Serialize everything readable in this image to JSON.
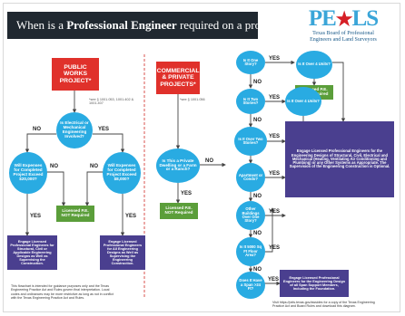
{
  "title_prefix": "When is a ",
  "title_bold": "Professional Engineer",
  "title_suffix": " required on a project?",
  "logo": {
    "mark_left": "PE",
    "mark_right": "LS",
    "subtitle_line1": "Texas Board of Professional",
    "subtitle_line2": "Engineers and Land Surveyors"
  },
  "public": {
    "start": "PUBLIC WORKS PROJECT*",
    "note": "*see § 1001.053, 1001.402 & 1001.407",
    "q_elec": "Is Electrical or Mechanical Engineering Involved?",
    "q_expense_left": "Will Expenses for Completed Project Exceed $20,000?",
    "q_expense_right": "Will Expenses for Completed Project Exceed $8,000?",
    "not_required": "Licensed P.E. NOT Required",
    "engage_left": "Engage Licensed Professional Engineers for Structural, Civil or Applicable Engineering Designs as Well as Supervising the Construction.",
    "engage_right": "Engage Licensed Professional Engineers for All Engineering Designs as Well as Supervising the Engineering Construction."
  },
  "commercial": {
    "start": "COMMERCIAL & PRIVATE PROJECTS*",
    "note": "*see § 1001.056",
    "q_private": "Is This a Private Dwelling or a Farm or a Ranch?",
    "q_one_story": "Is It One Story?",
    "q_two_stories": "Is It Two Stories?",
    "q_over_two": "Is It Over Two Stories?",
    "q_apartment": "Apartment or Condo?",
    "q_other": "Other Buildings Over One Story?",
    "q_floor_area": "Is It 5000 Sq Ft Floor Area?",
    "q_span": "Does It Have a Span >24 Ft?",
    "q_over4_top": "Is It Over 4 Units?",
    "q_over4_mid": "Is It Over 4 Units?",
    "not_required": "Licensed P.E. NOT Required",
    "engage_main": "Engage Licensed Professional Engineers for the Engineering Designs of Structural, Civil, Electrical and Mechanical (Heating, Ventilating Air Conditioning and Plumbing) or any Other Systems as Appropriate. The Supervision of the Engineering Construction is Optional.",
    "engage_span": "Engage Licensed Professional Engineers for the Engineering Design of all Span Support Members, Including the Foundation."
  },
  "answers": {
    "yes": "YES",
    "no": "NO"
  },
  "footer": {
    "left_line1": "This flowchart is intended for guidance purposes only and the Texas",
    "left_line2": "Engineering Practice Act and Rules govern final interpretation. Local",
    "left_line3": "codes and ordinances may be more restrictive as long as not in conflict",
    "left_line4": "with the Texas Engineering Practice Act and Rules.",
    "right_line1": "Visit https://pels.texas.gov/awsides for a copy of the Texas Engineering",
    "right_line2": "Practice Act and Board Rules and download this diagram."
  },
  "colors": {
    "title_bg": "#202830",
    "start_red": "#e0312b",
    "question_blue": "#29abe2",
    "not_required_green": "#5b9e3a",
    "engage_purple": "#4a3f8f",
    "divider_red": "#d9534f"
  }
}
